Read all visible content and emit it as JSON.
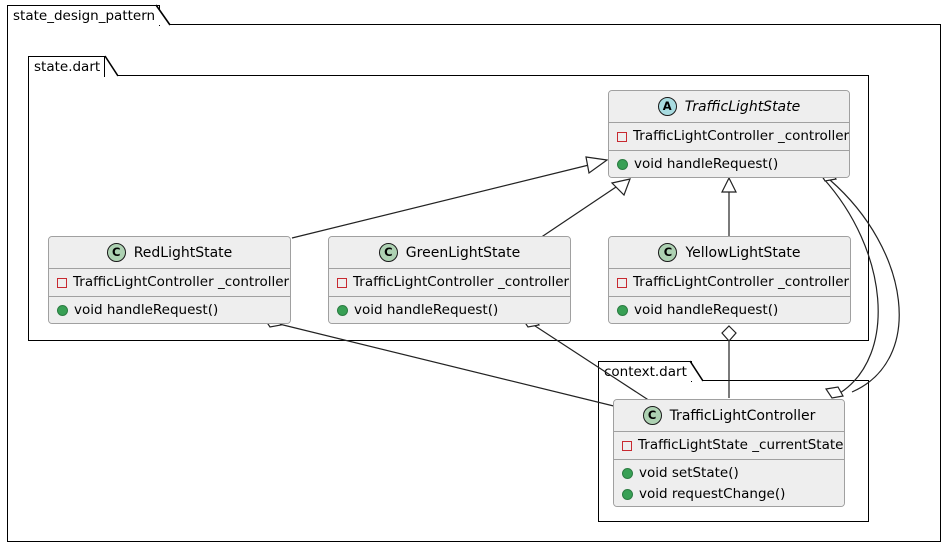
{
  "diagram": {
    "type": "uml-class-diagram",
    "title": "state_design_pattern",
    "colors": {
      "abstract_badge": "#a8dbe0",
      "concrete_badge": "#add1b2",
      "private_field_marker": "#c82930",
      "public_method_marker": "#38a055",
      "class_fill": "#eeeeee",
      "class_border": "#a0a0a0",
      "package_border": "#000000",
      "background": "#ffffff"
    }
  },
  "packages": [
    {
      "id": "root",
      "label": "state_design_pattern"
    },
    {
      "id": "state",
      "label": "state.dart"
    },
    {
      "id": "context",
      "label": "context.dart"
    }
  ],
  "classes": [
    {
      "id": "TrafficLightState",
      "name": "TrafficLightState",
      "stereotype": "A",
      "stereotype_label": "abstract-class-icon",
      "abstract": true,
      "package": "state",
      "fields": [
        {
          "visibility": "private",
          "text": "TrafficLightController _controller"
        }
      ],
      "methods": [
        {
          "visibility": "public",
          "text": "void handleRequest()"
        }
      ]
    },
    {
      "id": "RedLightState",
      "name": "RedLightState",
      "stereotype": "C",
      "stereotype_label": "class-icon",
      "abstract": false,
      "package": "state",
      "fields": [
        {
          "visibility": "private",
          "text": "TrafficLightController _controller"
        }
      ],
      "methods": [
        {
          "visibility": "public",
          "text": "void handleRequest()"
        }
      ]
    },
    {
      "id": "GreenLightState",
      "name": "GreenLightState",
      "stereotype": "C",
      "stereotype_label": "class-icon",
      "abstract": false,
      "package": "state",
      "fields": [
        {
          "visibility": "private",
          "text": "TrafficLightController _controller"
        }
      ],
      "methods": [
        {
          "visibility": "public",
          "text": "void handleRequest()"
        }
      ]
    },
    {
      "id": "YellowLightState",
      "name": "YellowLightState",
      "stereotype": "C",
      "stereotype_label": "class-icon",
      "abstract": false,
      "package": "state",
      "fields": [
        {
          "visibility": "private",
          "text": "TrafficLightController _controller"
        }
      ],
      "methods": [
        {
          "visibility": "public",
          "text": "void handleRequest()"
        }
      ]
    },
    {
      "id": "TrafficLightController",
      "name": "TrafficLightController",
      "stereotype": "C",
      "stereotype_label": "class-icon",
      "abstract": false,
      "package": "context",
      "fields": [
        {
          "visibility": "private",
          "text": "TrafficLightState _currentState"
        }
      ],
      "methods": [
        {
          "visibility": "public",
          "text": "void setState()"
        },
        {
          "visibility": "public",
          "text": "void requestChange()"
        }
      ]
    }
  ],
  "relations": [
    {
      "from": "RedLightState",
      "to": "TrafficLightState",
      "kind": "inheritance"
    },
    {
      "from": "GreenLightState",
      "to": "TrafficLightState",
      "kind": "inheritance"
    },
    {
      "from": "YellowLightState",
      "to": "TrafficLightState",
      "kind": "inheritance"
    },
    {
      "from": "RedLightState",
      "to": "TrafficLightController",
      "kind": "aggregation"
    },
    {
      "from": "GreenLightState",
      "to": "TrafficLightController",
      "kind": "aggregation"
    },
    {
      "from": "YellowLightState",
      "to": "TrafficLightController",
      "kind": "aggregation"
    },
    {
      "from": "TrafficLightState",
      "to": "TrafficLightController",
      "kind": "aggregation"
    },
    {
      "from": "TrafficLightController",
      "to": "TrafficLightState",
      "kind": "aggregation"
    }
  ]
}
